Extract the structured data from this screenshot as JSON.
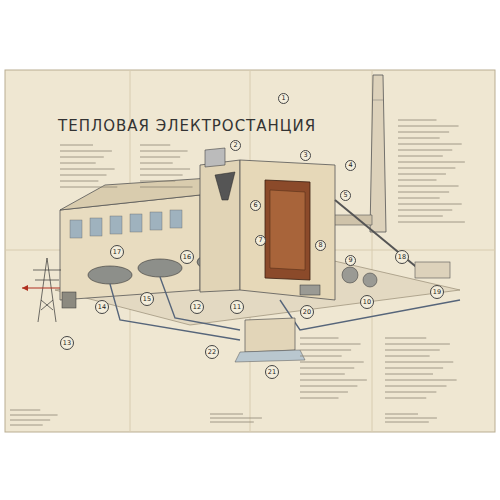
{
  "diagram": {
    "title": "ТЕПЛОВАЯ ЭЛЕКТРОСТАНЦИЯ",
    "labels": [
      "1",
      "2",
      "3",
      "4",
      "5",
      "6",
      "7",
      "8",
      "9",
      "10",
      "11",
      "12",
      "13",
      "14",
      "15",
      "16",
      "17",
      "18",
      "19",
      "20",
      "21",
      "22"
    ]
  }
}
